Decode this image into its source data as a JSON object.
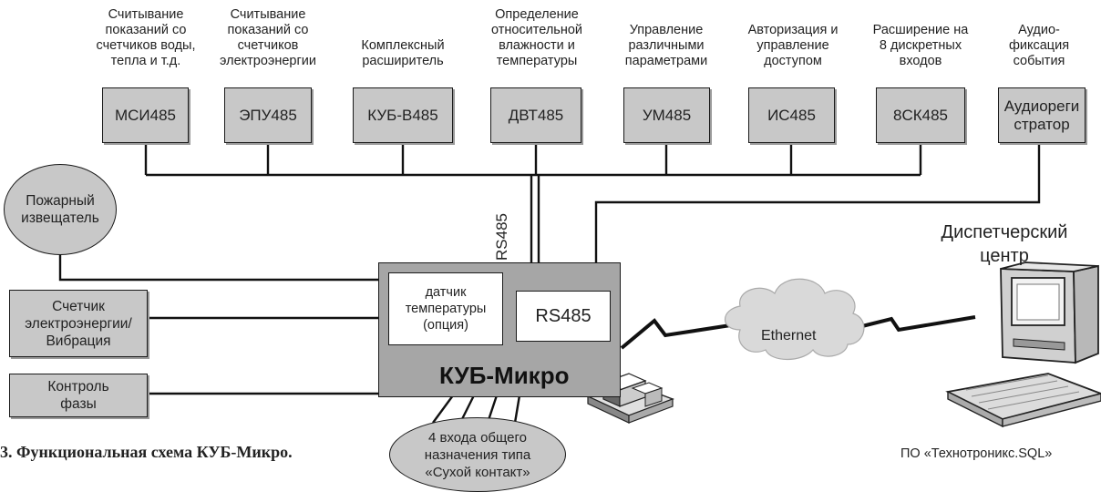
{
  "modules_top": [
    {
      "code": "МСИ485",
      "desc": "Считывание\nпоказаний со\nсчетчиков воды,\nтепла и т.д."
    },
    {
      "code": "ЭПУ485",
      "desc": "Считывание\nпоказаний со\nсчетчиков\nэлектроэнергии"
    },
    {
      "code": "КУБ-В485",
      "desc": "Комплексный\nрасширитель"
    },
    {
      "code": "ДВТ485",
      "desc": "Определение\nотносительной\nвлажности и\nтемпературы"
    },
    {
      "code": "УМ485",
      "desc": "Управление\nразличными\nпараметрами"
    },
    {
      "code": "ИС485",
      "desc": "Авторизация и\nуправление\nдоступом"
    },
    {
      "code": "8СК485",
      "desc": "Расширение на\n8 дискретных\nвходов"
    },
    {
      "code": "Аудиореги\nстратор",
      "desc": "Аудио-\nфиксация\nсобытия"
    }
  ],
  "bus_label": "RS485",
  "fire_detector": "Пожарный\nизвещатель",
  "meter": "Счетчик\nэлектроэнергии/\nВибрация",
  "phase_control": "Контроль\nфазы",
  "main_device": {
    "name": "КУБ-Микро",
    "temp_sensor": "датчик\nтемпературы\n(опция)",
    "rs485": "RS485"
  },
  "dry_contact": "4 входа общего\nназначения типа\n«Сухой контакт»",
  "ethernet": "Ethernet",
  "dispatch": "Диспетчерский\nцентр",
  "software": "ПО «Технотроникс.SQL»",
  "caption": "3. Функциональная схема КУБ-Микро."
}
